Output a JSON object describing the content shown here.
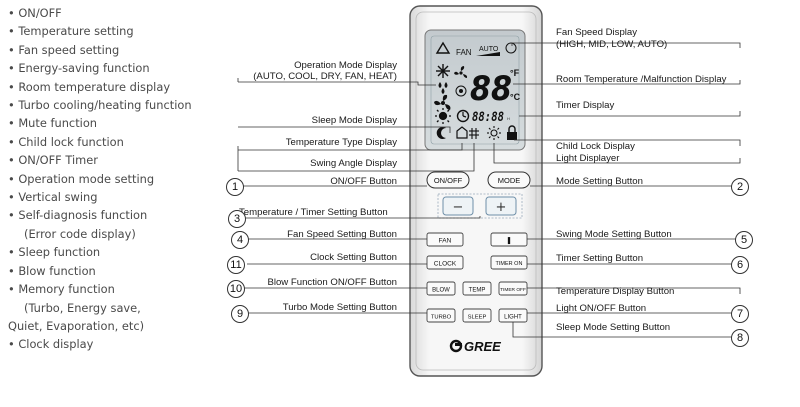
{
  "features": [
    "• ON/OFF",
    "• Temperature setting",
    "• Fan speed setting",
    "• Energy-saving function",
    "• Room temperature display",
    "• Turbo cooling/heating function",
    "• Mute function",
    "• Child lock function",
    "• ON/OFF Timer",
    "• Operation mode setting",
    "• Vertical swing",
    "• Self-diagnosis function",
    "(Error code display)",
    "• Sleep function",
    "• Blow function",
    "• Memory function",
    "(Turbo, Energy save,",
    "Quiet, Evaporation, etc)",
    "• Clock display"
  ],
  "left_labels": {
    "op_mode_1": "Operation Mode Display",
    "op_mode_2": "(AUTO, COOL, DRY, FAN, HEAT)",
    "sleep_display": "Sleep Mode Display",
    "temp_type": "Temperature Type Display",
    "swing_angle": "Swing Angle Display",
    "onoff": "ON/OFF Button",
    "temp_timer": "Temperature / Timer Setting Button",
    "fan_speed": "Fan Speed Setting Button",
    "clock": "Clock Setting Button",
    "blow": "Blow Function ON/OFF Button",
    "turbo": "Turbo Mode Setting Button"
  },
  "right_labels": {
    "fan_display_1": "Fan Speed Display",
    "fan_display_2": "(HIGH, MID, LOW, AUTO)",
    "room_temp": "Room Temperature /Malfunction Display",
    "timer_display": "Timer Display",
    "child_lock": "Child Lock Display",
    "light_display": "Light Displayer",
    "mode_button": "Mode Setting Button",
    "swing_button": "Swing Mode Setting Button",
    "timer_button": "Timer Setting Button",
    "temp_display_button": "Temperature Display Button",
    "light_button": "Light ON/OFF Button",
    "sleep_button": "Sleep Mode Setting Button"
  },
  "numbers": {
    "n1": "1",
    "n2": "2",
    "n3": "3",
    "n4": "4",
    "n5": "5",
    "n6": "6",
    "n7": "7",
    "n8": "8",
    "n10": "10",
    "n11": "11",
    "n9": "9"
  },
  "screen": {
    "fan": "FAN",
    "auto": "AUTO",
    "temp": "88",
    "unit_f": "°F",
    "unit_c": "°C",
    "timer": "88:88"
  },
  "remote_buttons": {
    "onoff": "ON/OFF",
    "mode": "MODE",
    "minus": "−",
    "plus": "+",
    "fan": "FAN",
    "swing": "❚",
    "clock": "CLOCK",
    "timer_on": "TIMER ON",
    "blow": "BLOW",
    "temp": "TEMP",
    "timer_off": "TIMER OFF",
    "turbo": "TURBO",
    "sleep": "SLEEP",
    "light": "LIGHT"
  },
  "brand": "GREE",
  "colors": {
    "remote_body": "#f2f2f2",
    "screen_bg": "#c9d0d3",
    "segments": "#1a1a1a",
    "line": "#333333"
  }
}
